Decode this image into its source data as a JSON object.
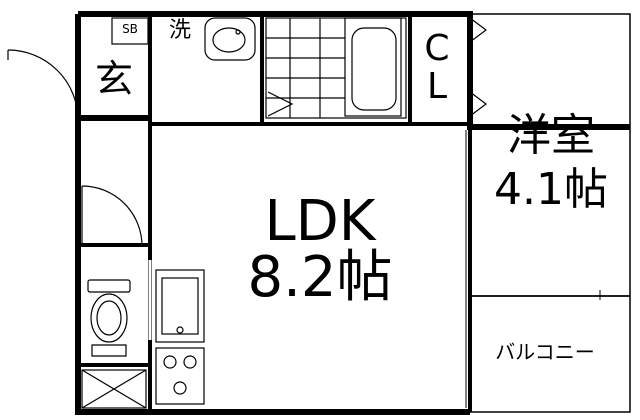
{
  "rooms": {
    "shoe_box": "SB",
    "washroom": "洗",
    "entrance": "玄",
    "closet": "C\nL",
    "western_room": {
      "name": "洋室",
      "size": "4.1帖"
    },
    "ldk": {
      "name": "LDK",
      "size": "8.2帖"
    },
    "balcony": "バルコニー"
  }
}
